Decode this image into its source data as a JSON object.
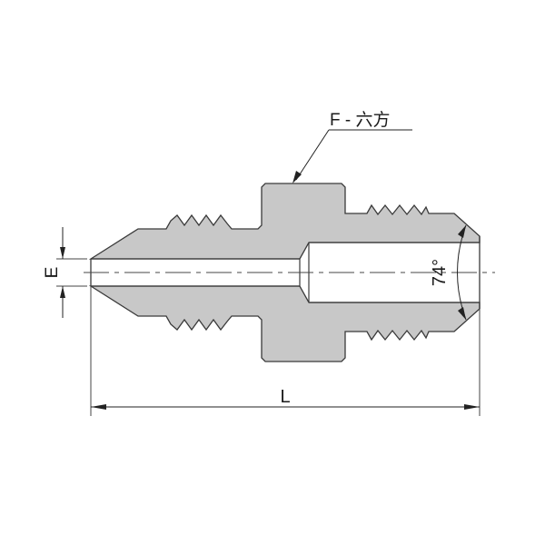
{
  "drawing": {
    "title": "Flare male connector technical drawing",
    "colors": {
      "body_fill": "#c8c8c8",
      "outline": "#3a3a3a",
      "dimension_line": "#222222",
      "background": "#ffffff"
    },
    "labels": {
      "hex_callout": "F - 六方",
      "bore_diameter": "E",
      "overall_length": "L",
      "flare_angle": "74°"
    }
  }
}
